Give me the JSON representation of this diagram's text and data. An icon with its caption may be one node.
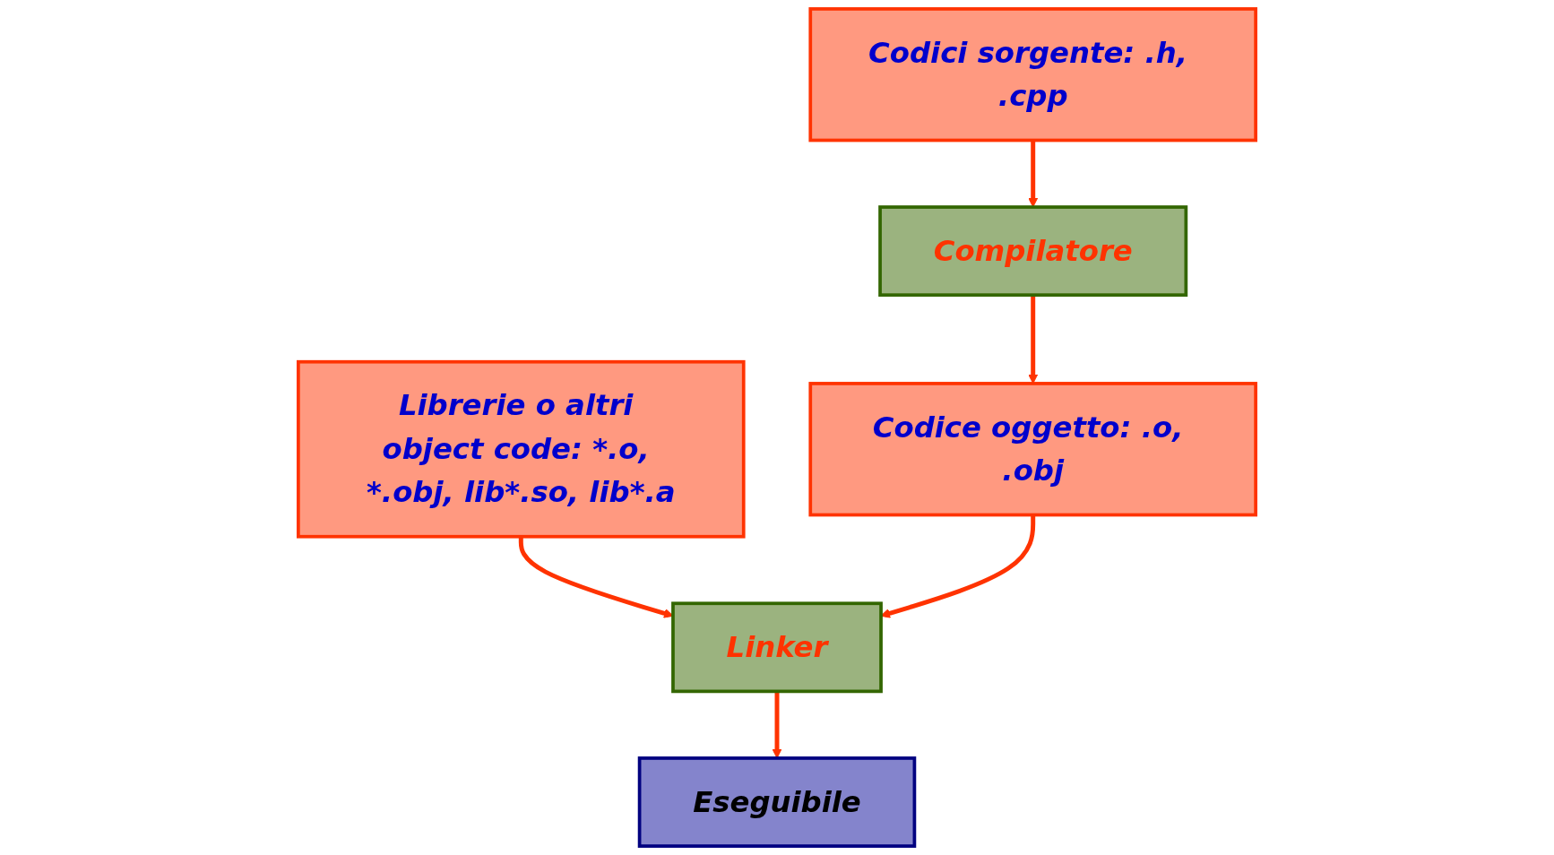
{
  "diagram": {
    "nodes": [
      {
        "text": [
          "Codici sorgente: .h, .cpp"
        ]
      },
      {
        "text": [
          "Compilatore"
        ]
      },
      {
        "text": [
          "Librerie o altri object code: *.o, *.obj, lib*.so, lib*.a"
        ]
      },
      {
        "text": [
          "Codice oggetto: .o, .obj"
        ]
      },
      {
        "text": [
          "Linker"
        ]
      },
      {
        "text": [
          "Eseguibile"
        ]
      }
    ],
    "edges": [
      {
        "from": 0,
        "to": 1,
        "arrow": "to"
      },
      {
        "from": 1,
        "to": 3,
        "arrow": "to"
      },
      {
        "from": 2,
        "to": 4,
        "arrow": "to"
      },
      {
        "from": 3,
        "to": 4,
        "arrow": "to"
      },
      {
        "from": 4,
        "to": 5,
        "arrow": "to"
      }
    ]
  }
}
